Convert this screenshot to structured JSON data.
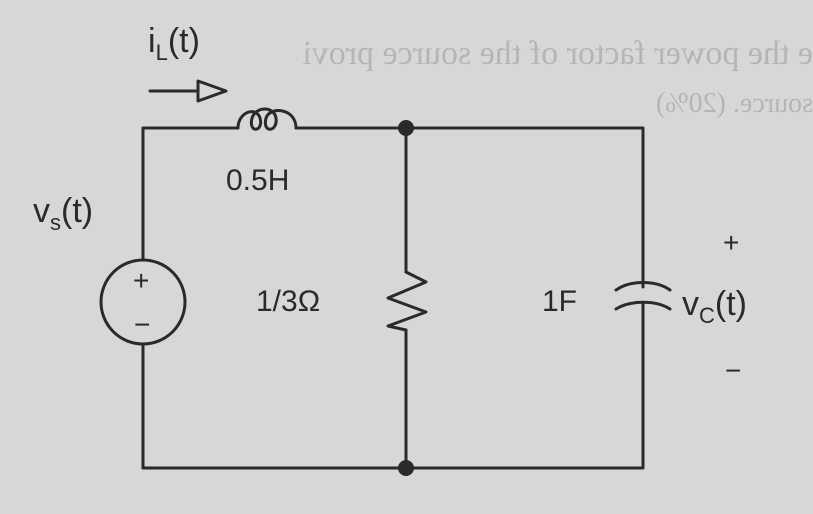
{
  "figure": {
    "current": {
      "base": "i",
      "sub": "L",
      "arg": "(t)"
    },
    "source": {
      "base": "v",
      "sub": "s",
      "arg": "(t)",
      "plus": "+",
      "minus": "−"
    },
    "inductor": {
      "value": "0.5H"
    },
    "resistor": {
      "value": "1/3Ω"
    },
    "capacitor": {
      "value": "1F"
    },
    "cap_voltage": {
      "base": "v",
      "sub": "C",
      "arg": "(t)",
      "plus": "+",
      "minus": "−"
    },
    "bleed_through": {
      "line1": "e the power factor of the source  provi",
      "line2": "source. (20%)"
    }
  },
  "colors": {
    "paper": "#d7d8d6",
    "ink": "#2a2a2a",
    "ghost": "#a9abab"
  }
}
